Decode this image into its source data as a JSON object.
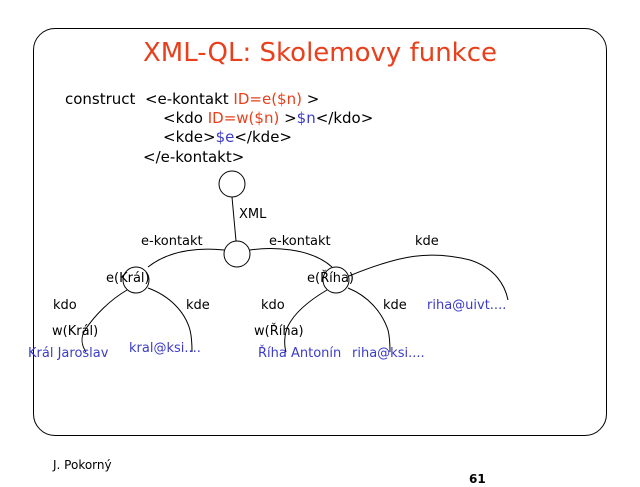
{
  "colors": {
    "title": "#e8401c",
    "highlight_red": "#e8401c",
    "highlight_blue": "#3c3cc8",
    "text": "#000000"
  },
  "title": "XML-QL: Skolemovy funkce",
  "code": {
    "line1": {
      "a": "construct  <e-kontakt ",
      "b": "ID=e($n)",
      "c": " >"
    },
    "line2": {
      "a": "<kdo ",
      "b": "ID=w($n)",
      "c": " >",
      "d": "$n",
      "e": "</kdo>"
    },
    "line3": {
      "a": "<kde>",
      "b": "$e",
      "c": "</kde>"
    },
    "line4": {
      "a": "</e-kontakt>"
    }
  },
  "tree": {
    "root_edge": "XML",
    "edge_left": "e-kontakt",
    "edge_right": "e-kontakt",
    "edge_far": "kde",
    "node_kral": "e(Král)",
    "node_riha": "e(Říha)",
    "kral_kdo": "kdo",
    "kral_kde": "kde",
    "riha_kdo": "kdo",
    "riha_kde": "kde",
    "w_kral": "w(Král)",
    "w_riha": "w(Říha)",
    "val_kral_name": "Král Jaroslav",
    "val_kral_email": "kral@ksi....",
    "val_riha_name": "Říha Antonín",
    "val_riha_email": "riha@ksi....",
    "val_riha_uivt": "riha@uivt...."
  },
  "footer": {
    "author": "J. Pokorný",
    "page": "61"
  }
}
